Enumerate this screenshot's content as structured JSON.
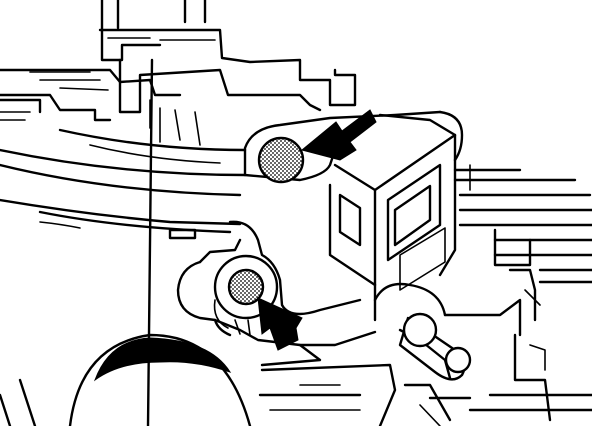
{
  "figure": {
    "labels": [],
    "colors": {
      "line": "#000000",
      "background": "#ffffff",
      "highlight_fill": "#000000"
    },
    "callouts": [
      {
        "name": "upper-point-arrow",
        "icon": "arrow-icon",
        "points_to": "upper-hatched-circle"
      },
      {
        "name": "lower-point-arrow",
        "icon": "arrow-icon",
        "points_to": "lower-hatched-circle"
      }
    ]
  }
}
